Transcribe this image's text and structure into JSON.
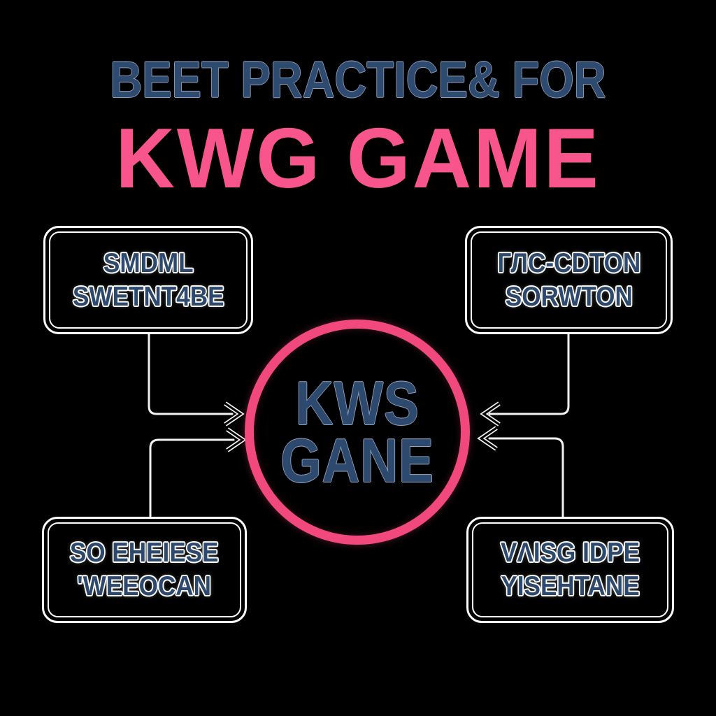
{
  "title": {
    "line1": "BEET PRACTICE& FOR",
    "line2": "KWG GAME"
  },
  "center": {
    "line1": "KWS",
    "line2": "GANE"
  },
  "boxes": {
    "top_left": {
      "line1": "SMDML",
      "line2": "SWETNT4BE"
    },
    "top_right": {
      "line1": "ГЛС-CDTON",
      "line2": "SORWTON"
    },
    "bottom_left": {
      "line1": "SO EHEIESE",
      "line2": "'WEEOCAN"
    },
    "bottom_right": {
      "line1": "VΛISG IDPE",
      "line2": "YISEHTANE"
    }
  },
  "colors": {
    "background": "#000000",
    "title_blue": "#2e4a6e",
    "title_outline": "#8ba1bf",
    "accent_pink": "#f8558c",
    "ring_pink": "#f1497d",
    "box_text": "#2d4a6e",
    "line_white": "#f2f2f2"
  }
}
